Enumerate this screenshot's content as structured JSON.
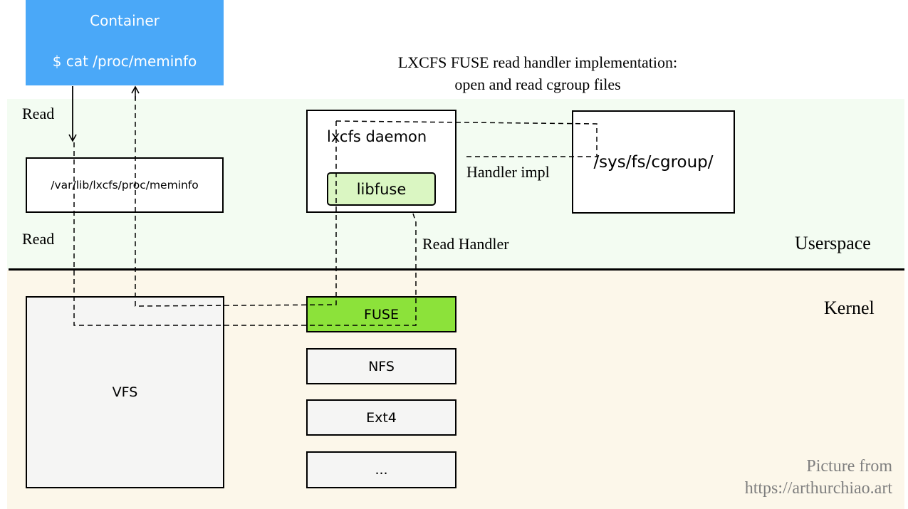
{
  "title": {
    "line1": "LXCFS FUSE read handler implementation:",
    "line2": "open and read cgroup files"
  },
  "container": {
    "title": "Container",
    "command": "$ cat /proc/meminfo",
    "color": "#4aa8f8"
  },
  "userspace": {
    "region_label": "Userspace",
    "background": "#f3fcf2",
    "meminfo_path": "/var/lib/lxcfs/proc/meminfo",
    "daemon": {
      "label": "lxcfs daemon",
      "libfuse_label": "libfuse",
      "libfuse_color": "#daf6c2"
    },
    "cgroup_path": "/sys/fs/cgroup/"
  },
  "kernel": {
    "region_label": "Kernel",
    "background": "#fcf7ea",
    "vfs_label": "VFS",
    "filesystems": [
      {
        "label": "FUSE",
        "color": "#8ce23a"
      },
      {
        "label": "NFS",
        "color": "#f5f5f4"
      },
      {
        "label": "Ext4",
        "color": "#f5f5f4"
      },
      {
        "label": "...",
        "color": "#f5f5f4"
      }
    ]
  },
  "annotations": {
    "read_top": "Read",
    "read_bottom": "Read",
    "handler_impl": "Handler impl",
    "read_handler": "Read Handler"
  },
  "credit": {
    "line1": "Picture from",
    "line2": "https://arthurchiao.art"
  }
}
